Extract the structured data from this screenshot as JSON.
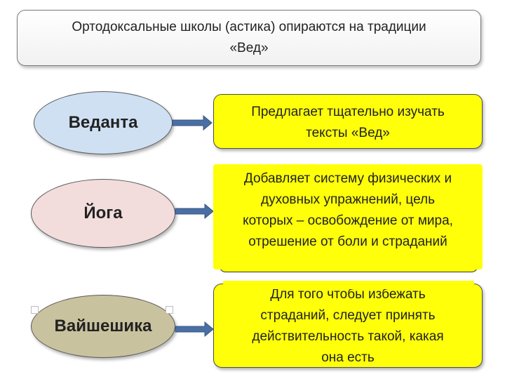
{
  "title": {
    "line1": "Ортодоксальные школы (астика) опираются на традиции",
    "line2": "«Вед»"
  },
  "schools": [
    {
      "name": "Веданта",
      "description_lines": [
        "Предлагает тщательно изучать",
        "тексты «Вед»"
      ]
    },
    {
      "name": "Йога",
      "description_lines": [
        "Добавляет систему физических и",
        "духовных упражнений, цель",
        "которых – освобождение от мира,",
        "отрешение от боли и страданий"
      ]
    },
    {
      "name": "Вайшешика",
      "description_lines": [
        "Для того чтобы избежать",
        "страданий, следует принять",
        "действительность такой, какая",
        "она есть"
      ]
    }
  ],
  "colors": {
    "vedanta_ellipse": "#cfe0f3",
    "yoga_ellipse": "#f2dcdc",
    "vaisheshika_ellipse": "#c9c29e",
    "description_box": "#ffff0a",
    "arrow": "#4a6fa5"
  },
  "icons": {
    "connector": "right-arrow-icon"
  }
}
